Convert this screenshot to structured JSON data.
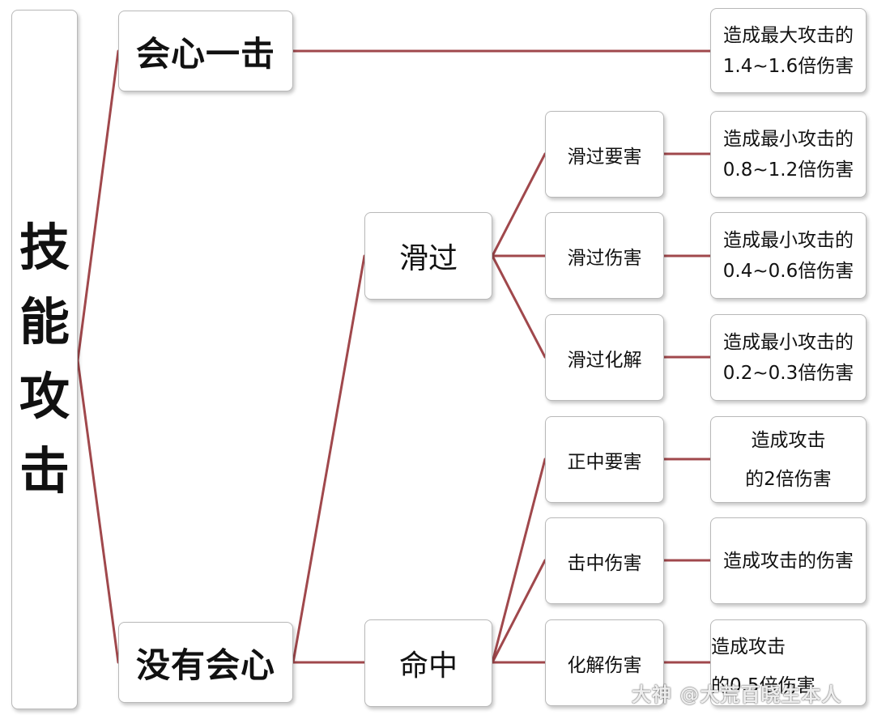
{
  "root": {
    "chars": [
      "技",
      "能",
      "攻",
      "击"
    ]
  },
  "crit": {
    "label": "会心一击",
    "result": [
      "造成最大攻击的",
      "1.4~1.6倍伤害"
    ]
  },
  "no_crit": {
    "label": "没有会心"
  },
  "graze": {
    "label": "滑过",
    "children": [
      {
        "label": "滑过要害",
        "result": [
          "造成最小攻击的",
          "0.8~1.2倍伤害"
        ]
      },
      {
        "label": "滑过伤害",
        "result": [
          "造成最小攻击的",
          "0.4~0.6倍伤害"
        ]
      },
      {
        "label": "滑过化解",
        "result": [
          "造成最小攻击的",
          "0.2~0.3倍伤害"
        ]
      }
    ]
  },
  "hit": {
    "label": "命中",
    "children": [
      {
        "label": "正中要害",
        "result": [
          "造成攻击",
          "的2倍伤害"
        ]
      },
      {
        "label": "击中伤害",
        "result": [
          "造成攻击的伤害"
        ]
      },
      {
        "label": "化解伤害",
        "result": [
          "造成攻击",
          "的0.5倍伤害"
        ]
      }
    ]
  },
  "watermark": "大神 @大荒百晓生本人",
  "colors": {
    "connector": "#a0484c",
    "border": "#b9b9b9"
  }
}
